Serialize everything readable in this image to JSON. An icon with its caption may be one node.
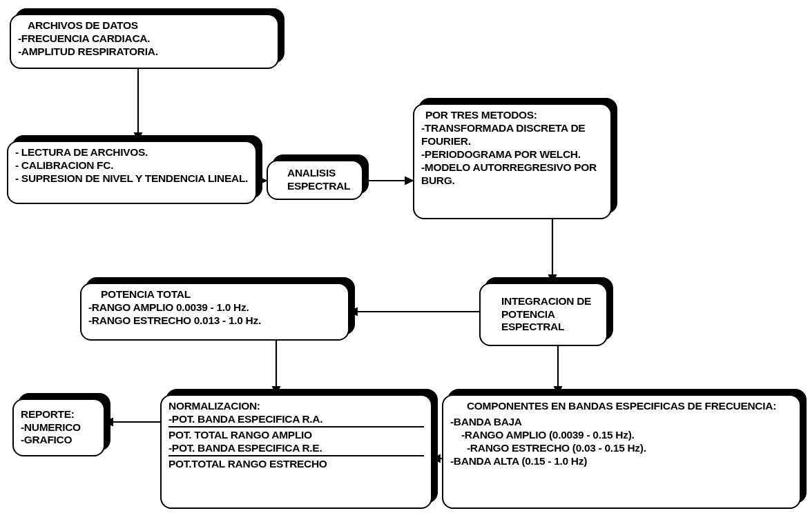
{
  "diagram": {
    "nodes": [
      {
        "text": [
          "ARCHIVOS DE DATOS",
          "-FRECUENCIA CARDIACA.",
          "-AMPLITUD RESPIRATORIA."
        ]
      },
      {
        "text": [
          "- LECTURA DE ARCHIVOS.",
          "- CALIBRACION FC.",
          "- SUPRESION DE NIVEL Y TENDENCIA LINEAL."
        ]
      },
      {
        "text": [
          "ANALISIS ESPECTRAL"
        ]
      },
      {
        "text": [
          "POR TRES METODOS:",
          "-TRANSFORMADA DISCRETA DE FOURIER.",
          "-PERIODOGRAMA POR WELCH.",
          "-MODELO AUTORREGRESIVO POR BURG."
        ]
      },
      {
        "text": [
          "POTENCIA TOTAL",
          "-RANGO AMPLIO 0.0039 - 1.0 Hz.",
          "-RANGO ESTRECHO 0.013 - 1.0 Hz."
        ]
      },
      {
        "text": [
          "INTEGRACION DE POTENCIA ESPECTRAL"
        ]
      },
      {
        "text": [
          "REPORTE:",
          "-NUMERICO",
          "-GRAFICO"
        ]
      },
      {
        "text": [
          "NORMALIZACION:",
          "-POT. BANDA ESPECIFICA R.A.",
          "POT. TOTAL RANGO AMPLIO",
          "-POT. BANDA ESPECIFICA R.E.",
          "POT.TOTAL RANGO ESTRECHO"
        ]
      },
      {
        "text": [
          "COMPONENTES EN BANDAS ESPECIFICAS DE FRECUENCIA:",
          "-BANDA BAJA",
          "-RANGO AMPLIO (0.0039 - 0.15 Hz).",
          "-RANGO ESTRECHO (0.03 - 0.15 Hz).",
          "-BANDA ALTA (0.15 - 1.0 Hz)"
        ]
      }
    ],
    "edges": [
      {
        "from": 0,
        "to": 1,
        "arrow": "to"
      },
      {
        "from": 1,
        "to": 2,
        "arrow": "to"
      },
      {
        "from": 2,
        "to": 3,
        "arrow": "to"
      },
      {
        "from": 3,
        "to": 5,
        "arrow": "to"
      },
      {
        "from": 5,
        "to": 4,
        "arrow": "to"
      },
      {
        "from": 4,
        "to": 7,
        "arrow": "to"
      },
      {
        "from": 5,
        "to": 8,
        "arrow": "to"
      },
      {
        "from": 8,
        "to": 7,
        "arrow": "to"
      },
      {
        "from": 7,
        "to": 6,
        "arrow": "to"
      }
    ]
  }
}
